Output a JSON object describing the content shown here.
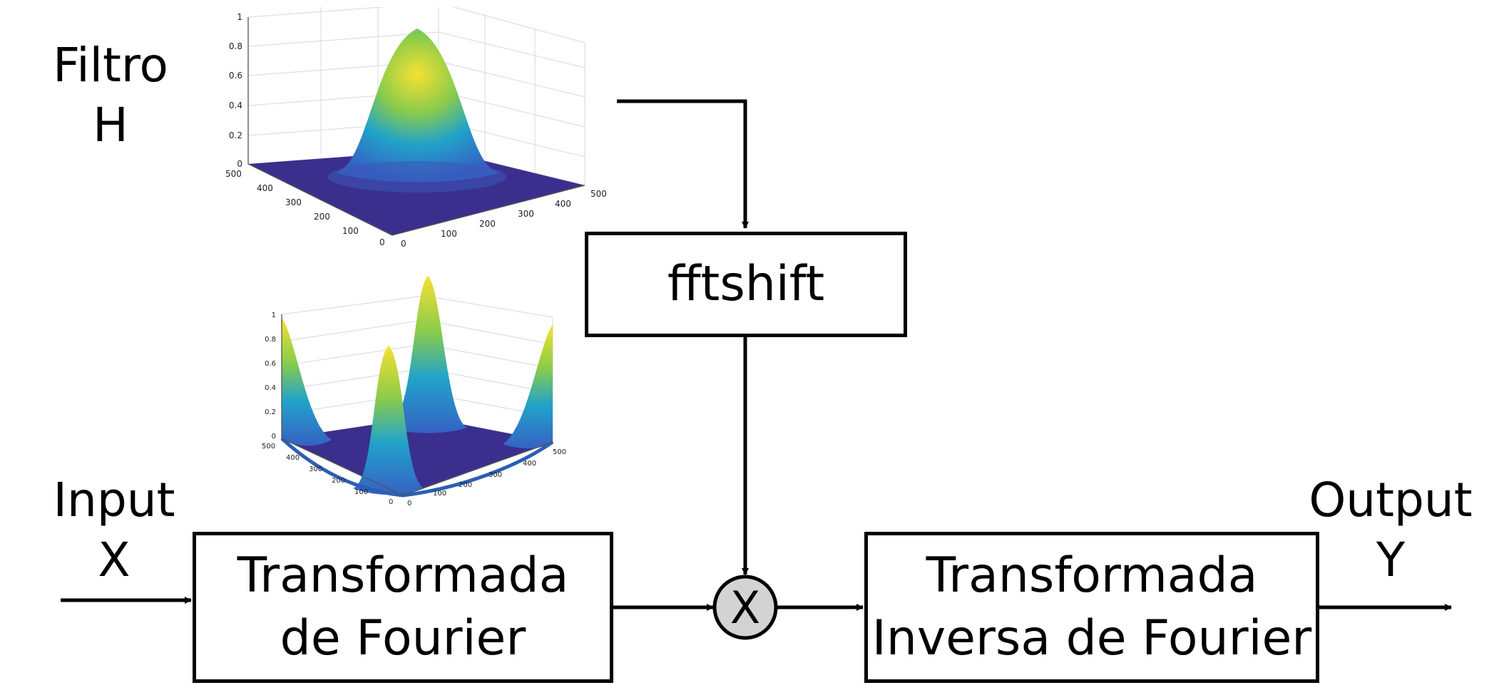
{
  "filter_label": {
    "line1": "Filtro",
    "line2": "H"
  },
  "input_label": {
    "line1": "Input",
    "line2": "X"
  },
  "output_label": {
    "line1": "Output",
    "line2": "Y"
  },
  "fftshift_box": {
    "label": "fftshift"
  },
  "fourier_box": {
    "line1": "Transformada",
    "line2": "de Fourier"
  },
  "inverse_box": {
    "line1": "Transformada",
    "line2": "Inversa de Fourier"
  },
  "multiplier": {
    "symbol": "X",
    "fill": "#d3d3d3"
  },
  "plot_centered": {
    "z_ticks": [
      "1",
      "0.8",
      "0.6",
      "0.4",
      "0.2",
      "0"
    ],
    "y_ticks": [
      "500",
      "400",
      "300",
      "200",
      "100",
      "0"
    ],
    "x_ticks": [
      "0",
      "100",
      "200",
      "300",
      "400",
      "500"
    ]
  },
  "plot_uncentered": {
    "z_ticks": [
      "1",
      "0.8",
      "0.6",
      "0.4",
      "0.2",
      "0"
    ],
    "y_ticks": [
      "500",
      "400",
      "300",
      "200",
      "100",
      "0"
    ],
    "x_ticks": [
      "0",
      "100",
      "200",
      "300",
      "400",
      "500"
    ]
  },
  "colors": {
    "surface_base": "#3b2f8e",
    "surface_mid": "#21a3c9",
    "surface_peak": "#f6e132"
  }
}
